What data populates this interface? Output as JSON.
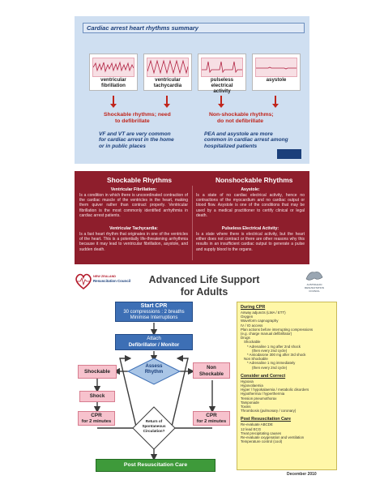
{
  "panel1": {
    "title": "Cardiac arrest heart rhythms summary",
    "rhythms": [
      {
        "label_1": "ventricular",
        "label_2": "fibrillation",
        "label_3": ""
      },
      {
        "label_1": "ventricular",
        "label_2": "tachycardia",
        "label_3": ""
      },
      {
        "label_1": "pulseless",
        "label_2": "electrical",
        "label_3": "activity"
      },
      {
        "label_1": "asystole",
        "label_2": "",
        "label_3": ""
      }
    ],
    "shockable_1": "Shockable rhythms; need",
    "shockable_2": "to defibrillate",
    "nonshockable_1": "Non-shockable rhythms;",
    "nonshockable_2": "do not defibrillate",
    "left_note": [
      "VF and VT are very common",
      "for cardiac arrest in the home",
      "or in public places"
    ],
    "right_note": [
      "PEA and asystole are more",
      "common in cardiac arrest among",
      "hospitalized patients"
    ]
  },
  "panel2": {
    "left_title": "Shockable Rhythms",
    "right_title": "Nonshockable Rhythms",
    "vf_title": "Ventricular Fibrillation:",
    "vf_text": "Is a condition in which there is uncoordinated contraction of the cardiac muscle of the ventricles in the heart, making them quiver rather than contract properly. Ventricular fibrillation is the most commonly identified arrhythmia in cardiac arrest patients.",
    "vt_title": "Ventricular Tachycardia:",
    "vt_text": "Is a fast heart rhythm that originates in one of the ventricles of the heart. This is a potentially life-threatening arrhythmia because it may lead to ventricular fibrillation, asystole, and sudden death.",
    "asys_title": "Asystole:",
    "asys_text": "Is a state of no cardiac electrical activity, hence no contractions of the myocardium and no cardiac output or blood flow. Asystole is one of the conditions that may be used by a medical practitioner to certify clinical or legal death.",
    "pea_title": "Pulseless Electrical Activity:",
    "pea_text": "Is a state where there is electrical activity, but the heart either does not contract or there are other reasons why this results in an insufficient cardiac output to generate a pulse and supply blood to the organs."
  },
  "panel3": {
    "title_1": "Advanced Life Support",
    "title_2": "for Adults",
    "logo_left_1": "NEW ZEALAND",
    "logo_left_2": "Resuscitation Council",
    "logo_right_1": "AUSTRALIAN",
    "logo_right_2": "RESUSCITATION",
    "logo_right_3": "COUNCIL",
    "start_1": "Start CPR",
    "start_2": "30 compressions : 2 breaths",
    "start_3": "Minimise Interruptions",
    "attach_1": "Attach",
    "attach_2": "Defibrillator / Monitor",
    "assess_1": "Assess",
    "assess_2": "Rhythm",
    "shockable": "Shockable",
    "nonshockable_1": "Non",
    "nonshockable_2": "Shockable",
    "shock": "Shock",
    "cpr_l_1": "CPR",
    "cpr_l_2": "for 2 minutes",
    "cpr_r_1": "CPR",
    "cpr_r_2": "for 2 minutes",
    "return_1": "Return of",
    "return_2": "Spontaneous",
    "return_3": "Circulation?",
    "post": "Post Resuscitation Care",
    "date": "December 2010",
    "during_title": "During CPR",
    "during_items": [
      "Airway adjuncts (LMA / ETT)",
      "Oxygen",
      "Waveform capnography",
      "IV / IO access",
      "Plan actions before interrupting compressions",
      "(e.g. charge manual defibrillator)",
      "Drugs",
      "Shockable",
      "* Adrenaline 1 mg after 2nd shock",
      "(then every 2nd cycle)",
      "* Amiodarone 300 mg after 3rd shock",
      "Non Shockable",
      "* Adrenaline 1 mg immediately",
      "(then every 2nd cycle)"
    ],
    "consider_title": "Consider and Correct",
    "consider_items": [
      "Hypoxia",
      "Hypovolaemia",
      "Hyper / hypokalaemia / metabolic disorders",
      "Hypothermia / hyperthermia",
      "Tension pneumothorax",
      "Tamponade",
      "Toxins",
      "Thrombosis (pulmonary / coronary)"
    ],
    "post_title": "Post Resuscitation Care",
    "post_items": [
      "Re-evaluate ABCDE",
      "12 lead ECG",
      "Treat precipitating causes",
      "Re-evaluate oxygenation and ventilation",
      "Temperature control (cool)"
    ]
  }
}
